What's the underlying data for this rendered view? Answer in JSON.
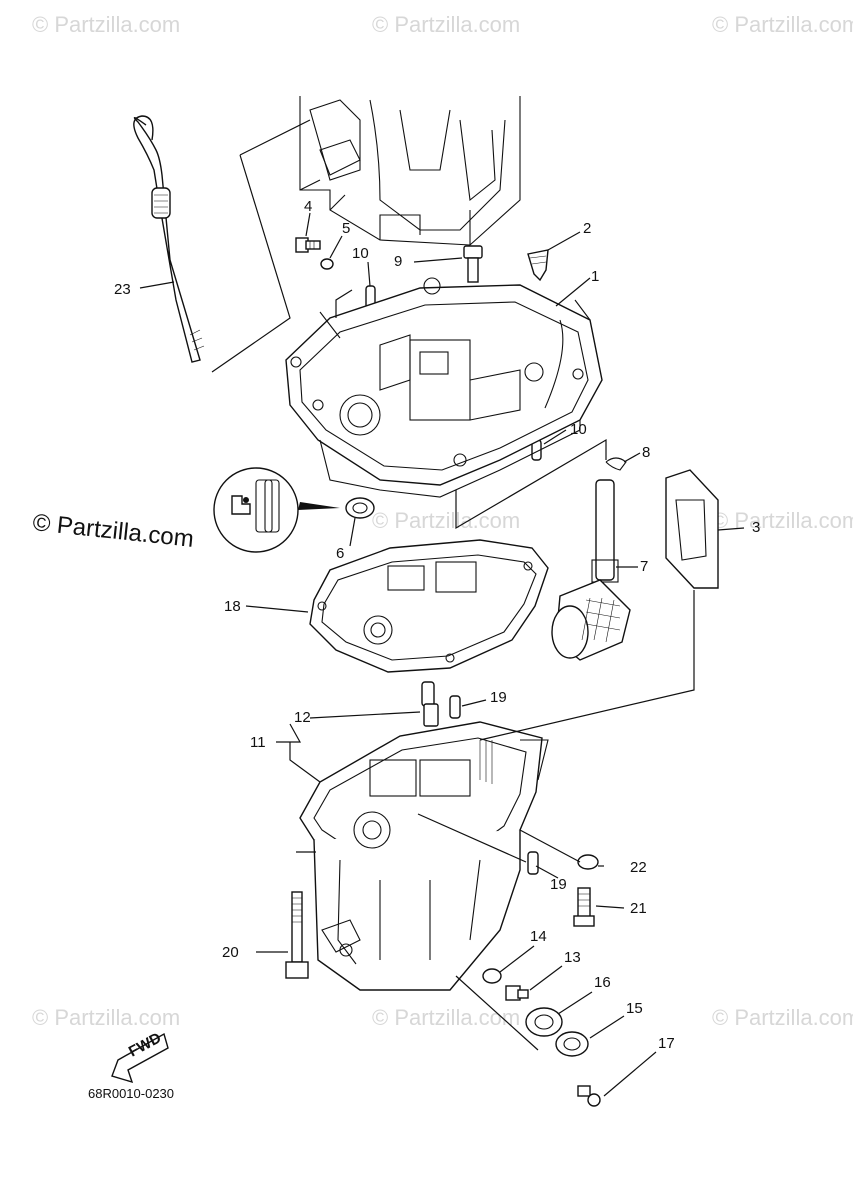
{
  "watermarks": {
    "small": "© Partzilla.com",
    "large": "© Partzilla.com"
  },
  "diagram_code": "68R0010-0230",
  "fwd_label": "FWD",
  "callouts": {
    "c1": "1",
    "c2": "2",
    "c3": "3",
    "c4": "4",
    "c5": "5",
    "c6": "6",
    "c7": "7",
    "c8": "8",
    "c9": "9",
    "c10a": "10",
    "c10b": "10",
    "c11": "11",
    "c12": "12",
    "c13": "13",
    "c14": "14",
    "c15": "15",
    "c16": "16",
    "c17": "17",
    "c18": "18",
    "c19a": "19",
    "c19b": "19",
    "c20": "20",
    "c21": "21",
    "c22": "22",
    "c23": "23"
  }
}
